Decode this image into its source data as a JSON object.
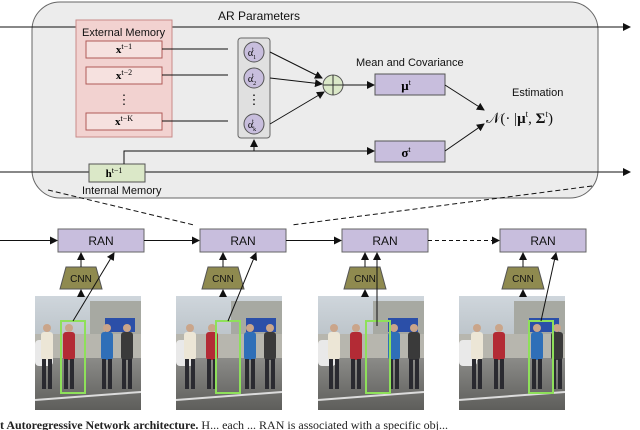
{
  "panel": {
    "title": "AR Parameters",
    "external_memory_label": "External Memory",
    "internal_memory_label": "Internal Memory",
    "mean_cov_label": "Mean and Covariance",
    "estimation_label": "Estimation",
    "memory_cells": [
      "x^{t−1}",
      "x^{t−2}",
      "⋮",
      "x^{t−K}"
    ],
    "alpha_cells": [
      "α_1^t",
      "α_2^t",
      "⋮",
      "α_K^t"
    ],
    "hidden_cell": "h^{t−1}",
    "mu_cell": "μ^t",
    "sigma_cell": "σ^t",
    "gaussian": "𝒩(· |μ^t, Σ^t)"
  },
  "pipeline": {
    "ran_label": "RAN",
    "cnn_label": "CNN",
    "frames": 4
  },
  "caption": {
    "bold": "t Autoregressive Network architecture.",
    "rest": " H... each ... RAN is associated with a specific obj..."
  },
  "colors": {
    "memory_fill": "#f2d2d0",
    "memory_stroke": "#c98a88",
    "purple_fill": "#c8bedd",
    "green_fill": "#dbe8c8",
    "cnn_fill": "#8f8a4f",
    "panel_fill": "#ececec"
  }
}
